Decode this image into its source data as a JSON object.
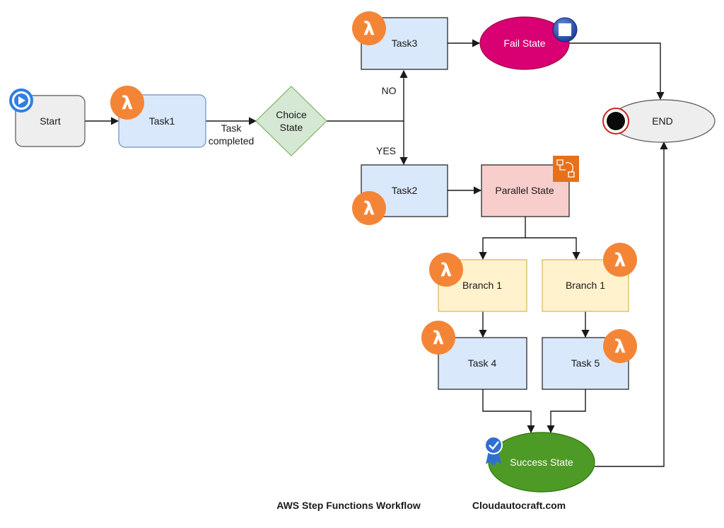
{
  "diagram": {
    "nodes": {
      "start": "Start",
      "task1": "Task1",
      "choice_line1": "Choice",
      "choice_line2": "State",
      "task3": "Task3",
      "task2": "Task2",
      "fail": "Fail State",
      "end": "END",
      "parallel": "Parallel State",
      "branch_left": "Branch 1",
      "branch_right": "Branch 1",
      "task4": "Task 4",
      "task5": "Task 5",
      "success": "Success State"
    },
    "edge_labels": {
      "task_completed_line1": "Task",
      "task_completed_line2": "completed",
      "no": "NO",
      "yes": "YES"
    },
    "icons": {
      "lambda": "λ",
      "lambda_icon_name": "lambda-icon",
      "start_icon_name": "play-icon",
      "fail_icon_name": "stop-icon",
      "end_icon_name": "end-event-icon",
      "parallel_icon_name": "step-functions-icon",
      "success_icon_name": "success-badge-icon"
    },
    "colors": {
      "lambda_orange": "#F58536",
      "task_blue": "#DAE8FC",
      "choice_green": "#D5E8D4",
      "fail_magenta": "#D80073",
      "parallel_pink": "#F8CECC",
      "branch_yellow": "#FFF2CC",
      "success_green": "#4E9A26"
    }
  },
  "footer": {
    "title": "AWS Step Functions Workflow",
    "site": "Cloudautocraft.com"
  }
}
